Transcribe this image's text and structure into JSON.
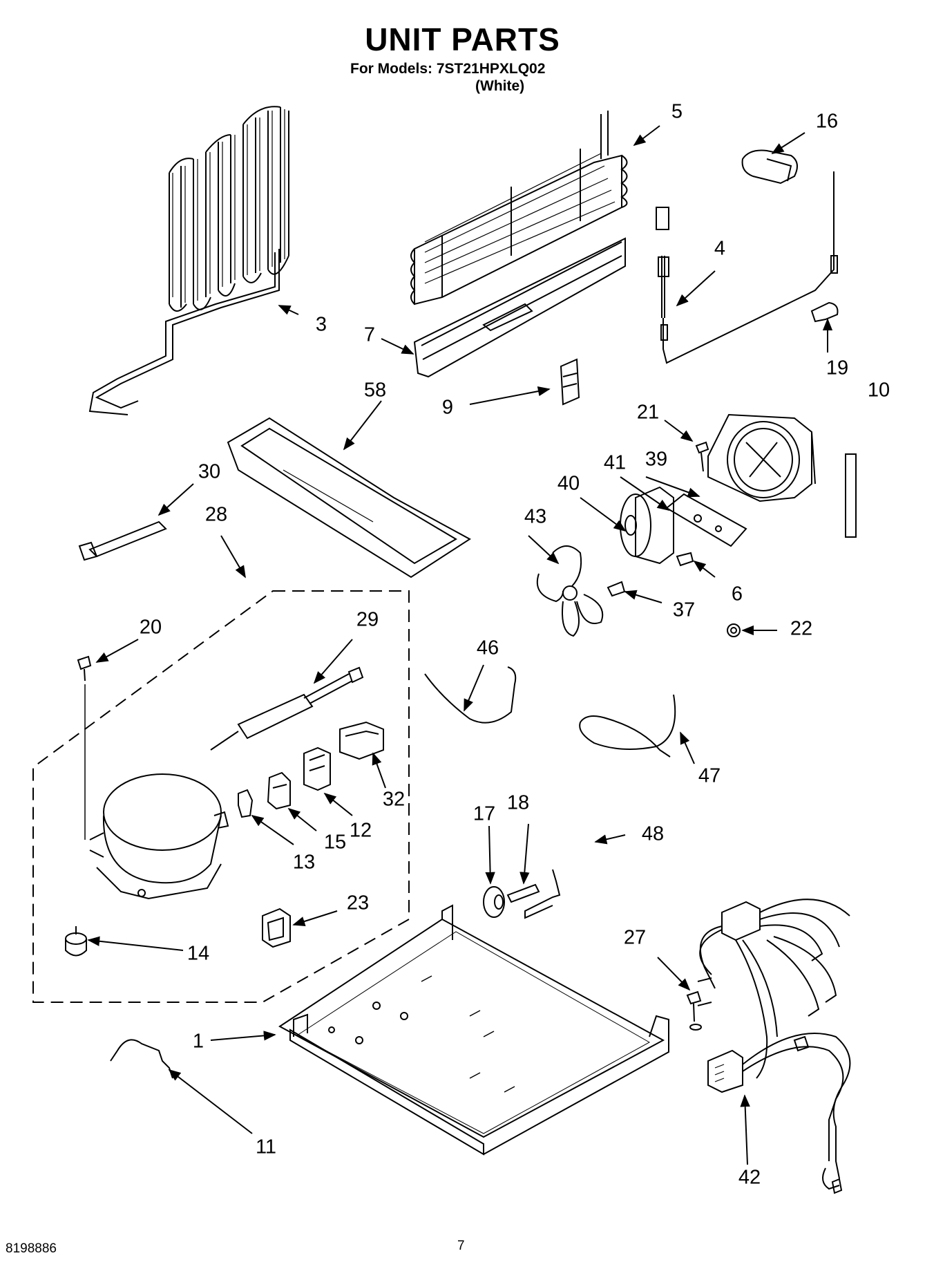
{
  "header": {
    "title": "UNIT PARTS",
    "models_line": "For Models: 7ST21HPXLQ02",
    "color_line": "(White)"
  },
  "footer": {
    "doc_number": "8198886",
    "page_number": "7"
  },
  "callouts": {
    "c1": "1",
    "c3": "3",
    "c4": "4",
    "c5": "5",
    "c6": "6",
    "c7": "7",
    "c9": "9",
    "c10": "10",
    "c11": "11",
    "c12": "12",
    "c13": "13",
    "c14": "14",
    "c15": "15",
    "c16": "16",
    "c17": "17",
    "c18": "18",
    "c19": "19",
    "c20": "20",
    "c21": "21",
    "c22": "22",
    "c23": "23",
    "c27": "27",
    "c28": "28",
    "c29": "29",
    "c30": "30",
    "c32": "32",
    "c37": "37",
    "c39": "39",
    "c40": "40",
    "c41": "41",
    "c42": "42",
    "c43": "43",
    "c46": "46",
    "c47": "47",
    "c48": "48",
    "c58": "58"
  }
}
